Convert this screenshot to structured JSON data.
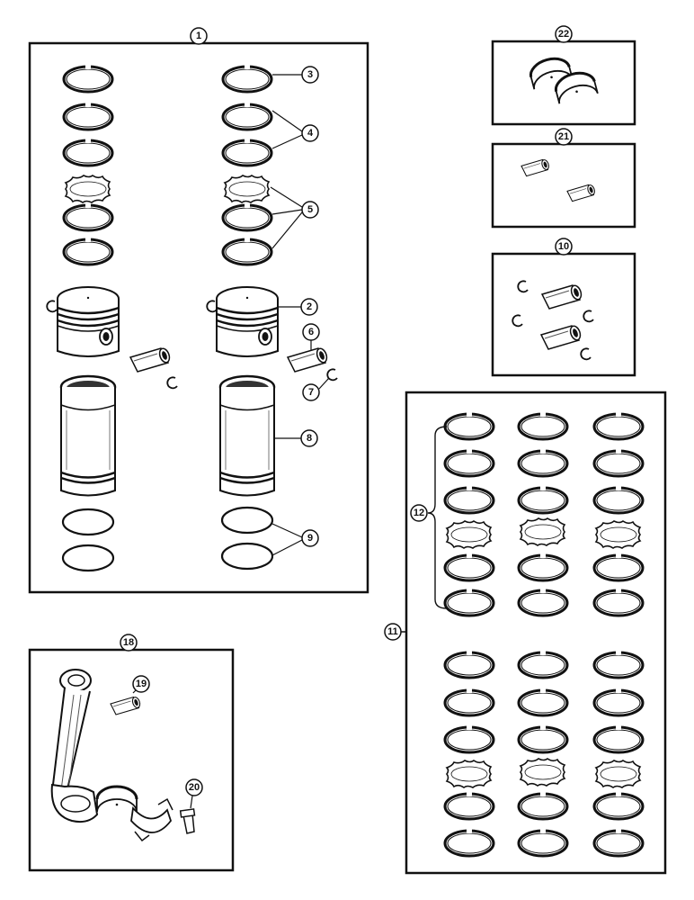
{
  "callouts": {
    "c1": "1",
    "c2": "2",
    "c3": "3",
    "c4": "4",
    "c5": "5",
    "c6": "6",
    "c7": "7",
    "c8": "8",
    "c9": "9",
    "c10": "10",
    "c11": "11",
    "c12": "12",
    "c18": "18",
    "c19": "19",
    "c20": "20",
    "c21": "21",
    "c22": "22"
  },
  "colors": {
    "ink": "#111111",
    "shade": "#555555",
    "paper": "#ffffff"
  }
}
